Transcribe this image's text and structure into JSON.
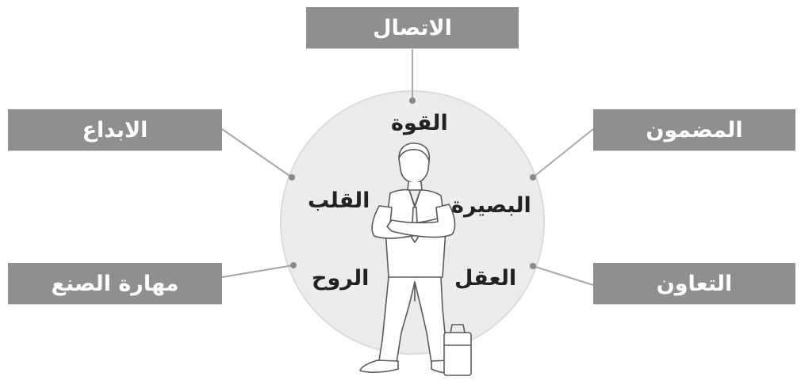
{
  "boxes": {
    "top": "الاتصال",
    "left_top": "الابداع",
    "left_bottom": "مهارة الصنع",
    "right_top": "المضمون",
    "right_bottom": "التعاون"
  },
  "inner": {
    "top": "القوة",
    "left_top": "القلب",
    "right_top": "البصيرة",
    "left_bottom": "الروح",
    "right_bottom": "العقل"
  },
  "colors": {
    "box_fill": "#8f8f8f",
    "box_text": "#ffffff",
    "circle_fill": "#ececec",
    "circle_stroke": "#dcdcdc",
    "line": "#a8a8a8",
    "inner_text": "#222222"
  }
}
